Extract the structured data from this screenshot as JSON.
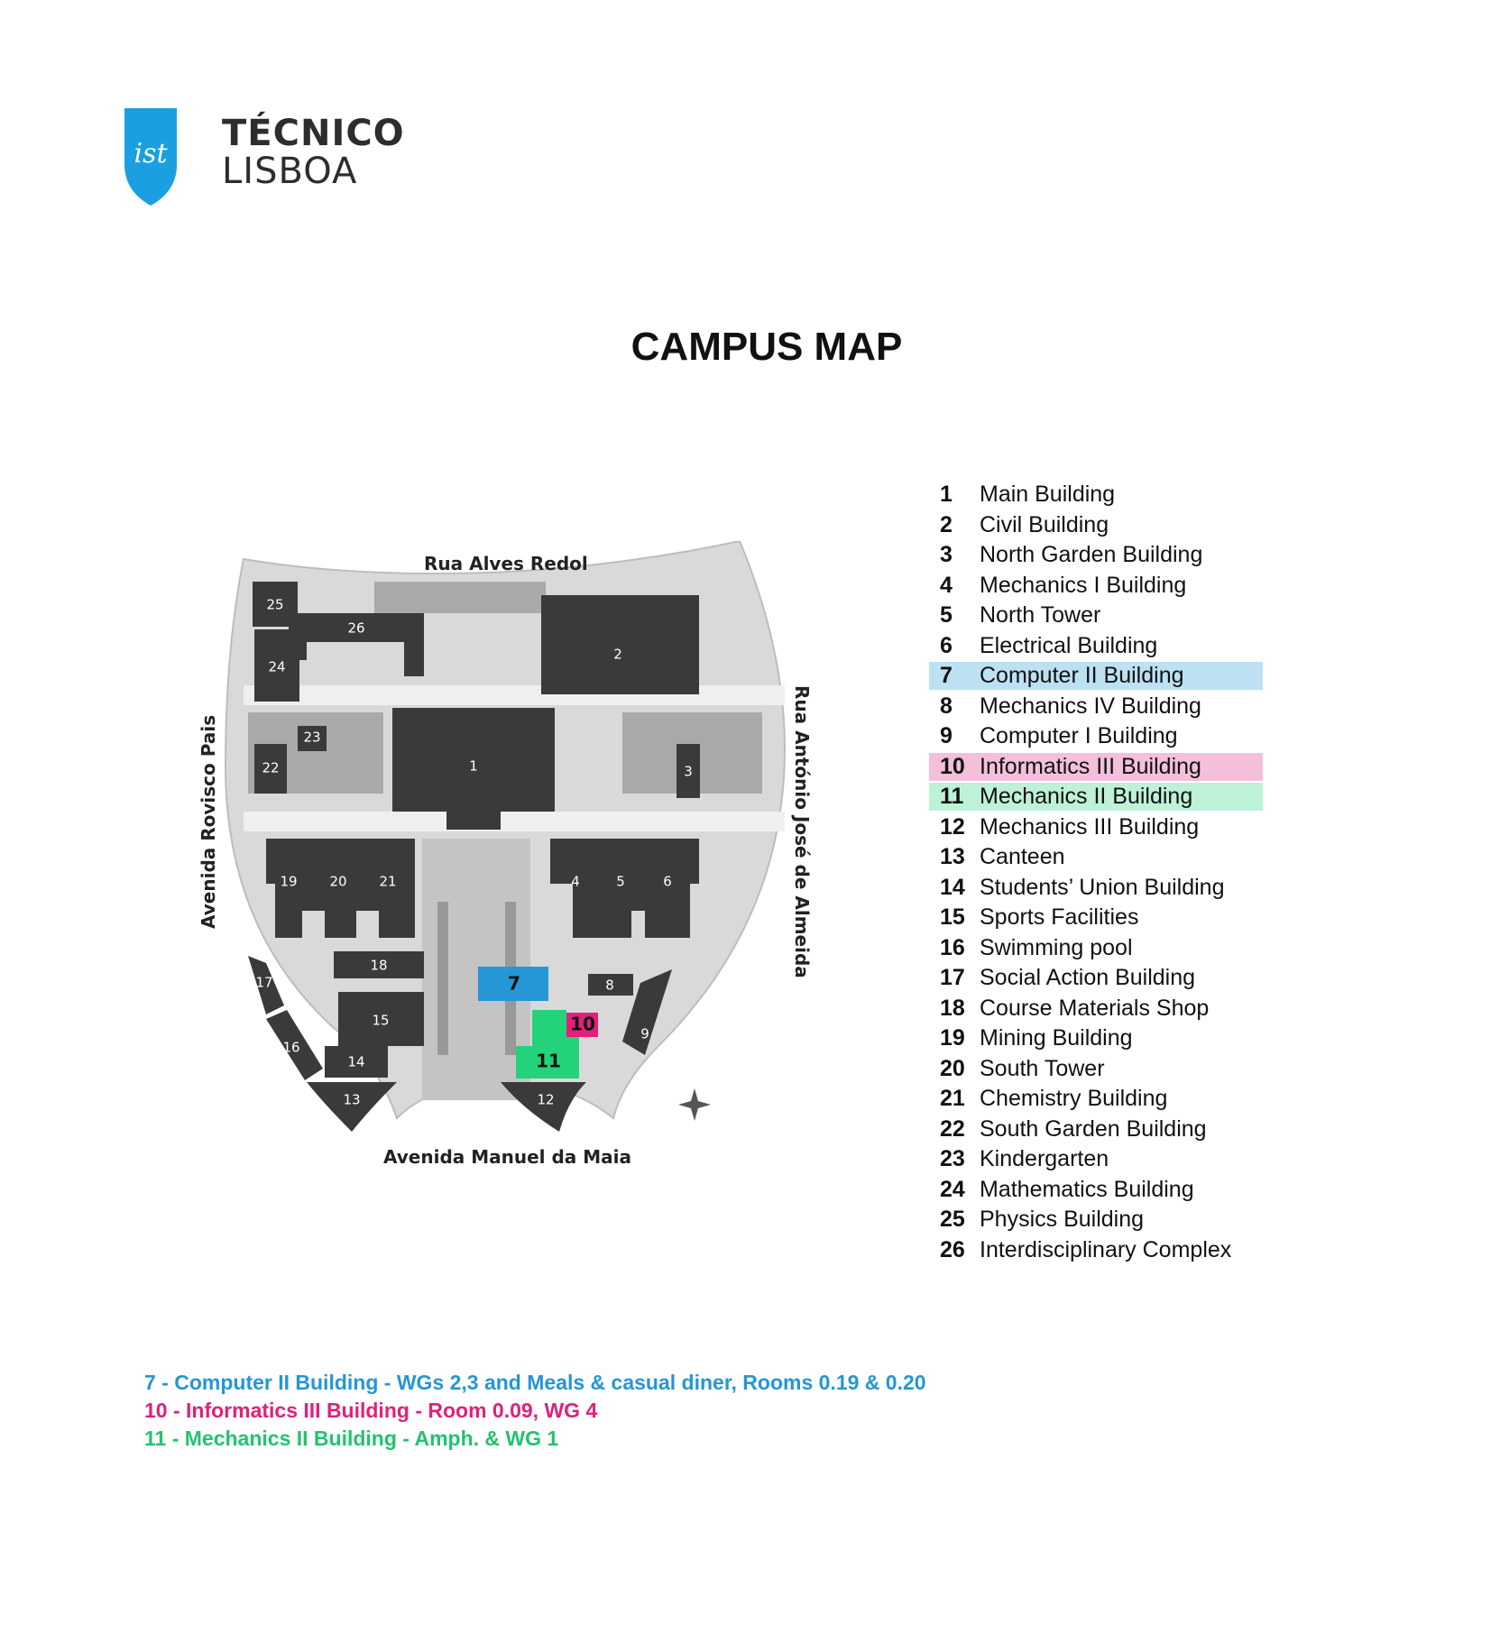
{
  "logo": {
    "line1": "TÉCNICO",
    "line2": "LISBOA",
    "mark": "ist"
  },
  "title": "CAMPUS MAP",
  "map": {
    "streets": {
      "north": "Rua Alves Redol",
      "south": "Avenida Manuel da Maia",
      "west": "Avenida Rovisco Pais",
      "east": "Rua António José de Almeida"
    },
    "building_labels": [
      "1",
      "2",
      "3",
      "4",
      "5",
      "6",
      "7",
      "8",
      "9",
      "10",
      "11",
      "12",
      "13",
      "14",
      "15",
      "16",
      "17",
      "18",
      "19",
      "20",
      "21",
      "22",
      "23",
      "24",
      "25",
      "26"
    ],
    "colors": {
      "building": "#3a3a3a",
      "ground": "#d9d9d9",
      "garden": "#a9a9a9",
      "highlight_7": "#2596d6",
      "highlight_10": "#e0207a",
      "highlight_11": "#22d37b"
    }
  },
  "legend": [
    {
      "n": "1",
      "label": "Main Building"
    },
    {
      "n": "2",
      "label": "Civil Building"
    },
    {
      "n": "3",
      "label": "North Garden Building"
    },
    {
      "n": "4",
      "label": "Mechanics I Building"
    },
    {
      "n": "5",
      "label": "North Tower"
    },
    {
      "n": "6",
      "label": "Electrical Building"
    },
    {
      "n": "7",
      "label": "Computer II Building",
      "highlight": "#bde1f3"
    },
    {
      "n": "8",
      "label": "Mechanics IV Building"
    },
    {
      "n": "9",
      "label": "Computer I Building"
    },
    {
      "n": "10",
      "label": "Informatics III Building",
      "highlight": "#f4bfdb"
    },
    {
      "n": "11",
      "label": "Mechanics II Building",
      "highlight": "#bdf2d8"
    },
    {
      "n": "12",
      "label": "Mechanics III Building"
    },
    {
      "n": "13",
      "label": "Canteen"
    },
    {
      "n": "14",
      "label": "Students’ Union Building"
    },
    {
      "n": "15",
      "label": "Sports Facilities"
    },
    {
      "n": "16",
      "label": "Swimming pool"
    },
    {
      "n": "17",
      "label": "Social Action Building"
    },
    {
      "n": "18",
      "label": "Course Materials Shop"
    },
    {
      "n": "19",
      "label": "Mining Building"
    },
    {
      "n": "20",
      "label": "South Tower"
    },
    {
      "n": "21",
      "label": "Chemistry Building"
    },
    {
      "n": "22",
      "label": "South Garden Building"
    },
    {
      "n": "23",
      "label": "Kindergarten"
    },
    {
      "n": "24",
      "label": "Mathematics Building"
    },
    {
      "n": "25",
      "label": "Physics Building"
    },
    {
      "n": "26",
      "label": "Interdisciplinary Complex"
    }
  ],
  "notes": [
    {
      "text": "7 - Computer II Building - WGs 2,3 and Meals & casual diner, Rooms 0.19 & 0.20",
      "color": "#2596d6"
    },
    {
      "text": "10 - Informatics III Building - Room 0.09, WG 4",
      "color": "#e0207a"
    },
    {
      "text": "11 - Mechanics II Building - Amph. & WG 1",
      "color": "#22c36f"
    }
  ]
}
